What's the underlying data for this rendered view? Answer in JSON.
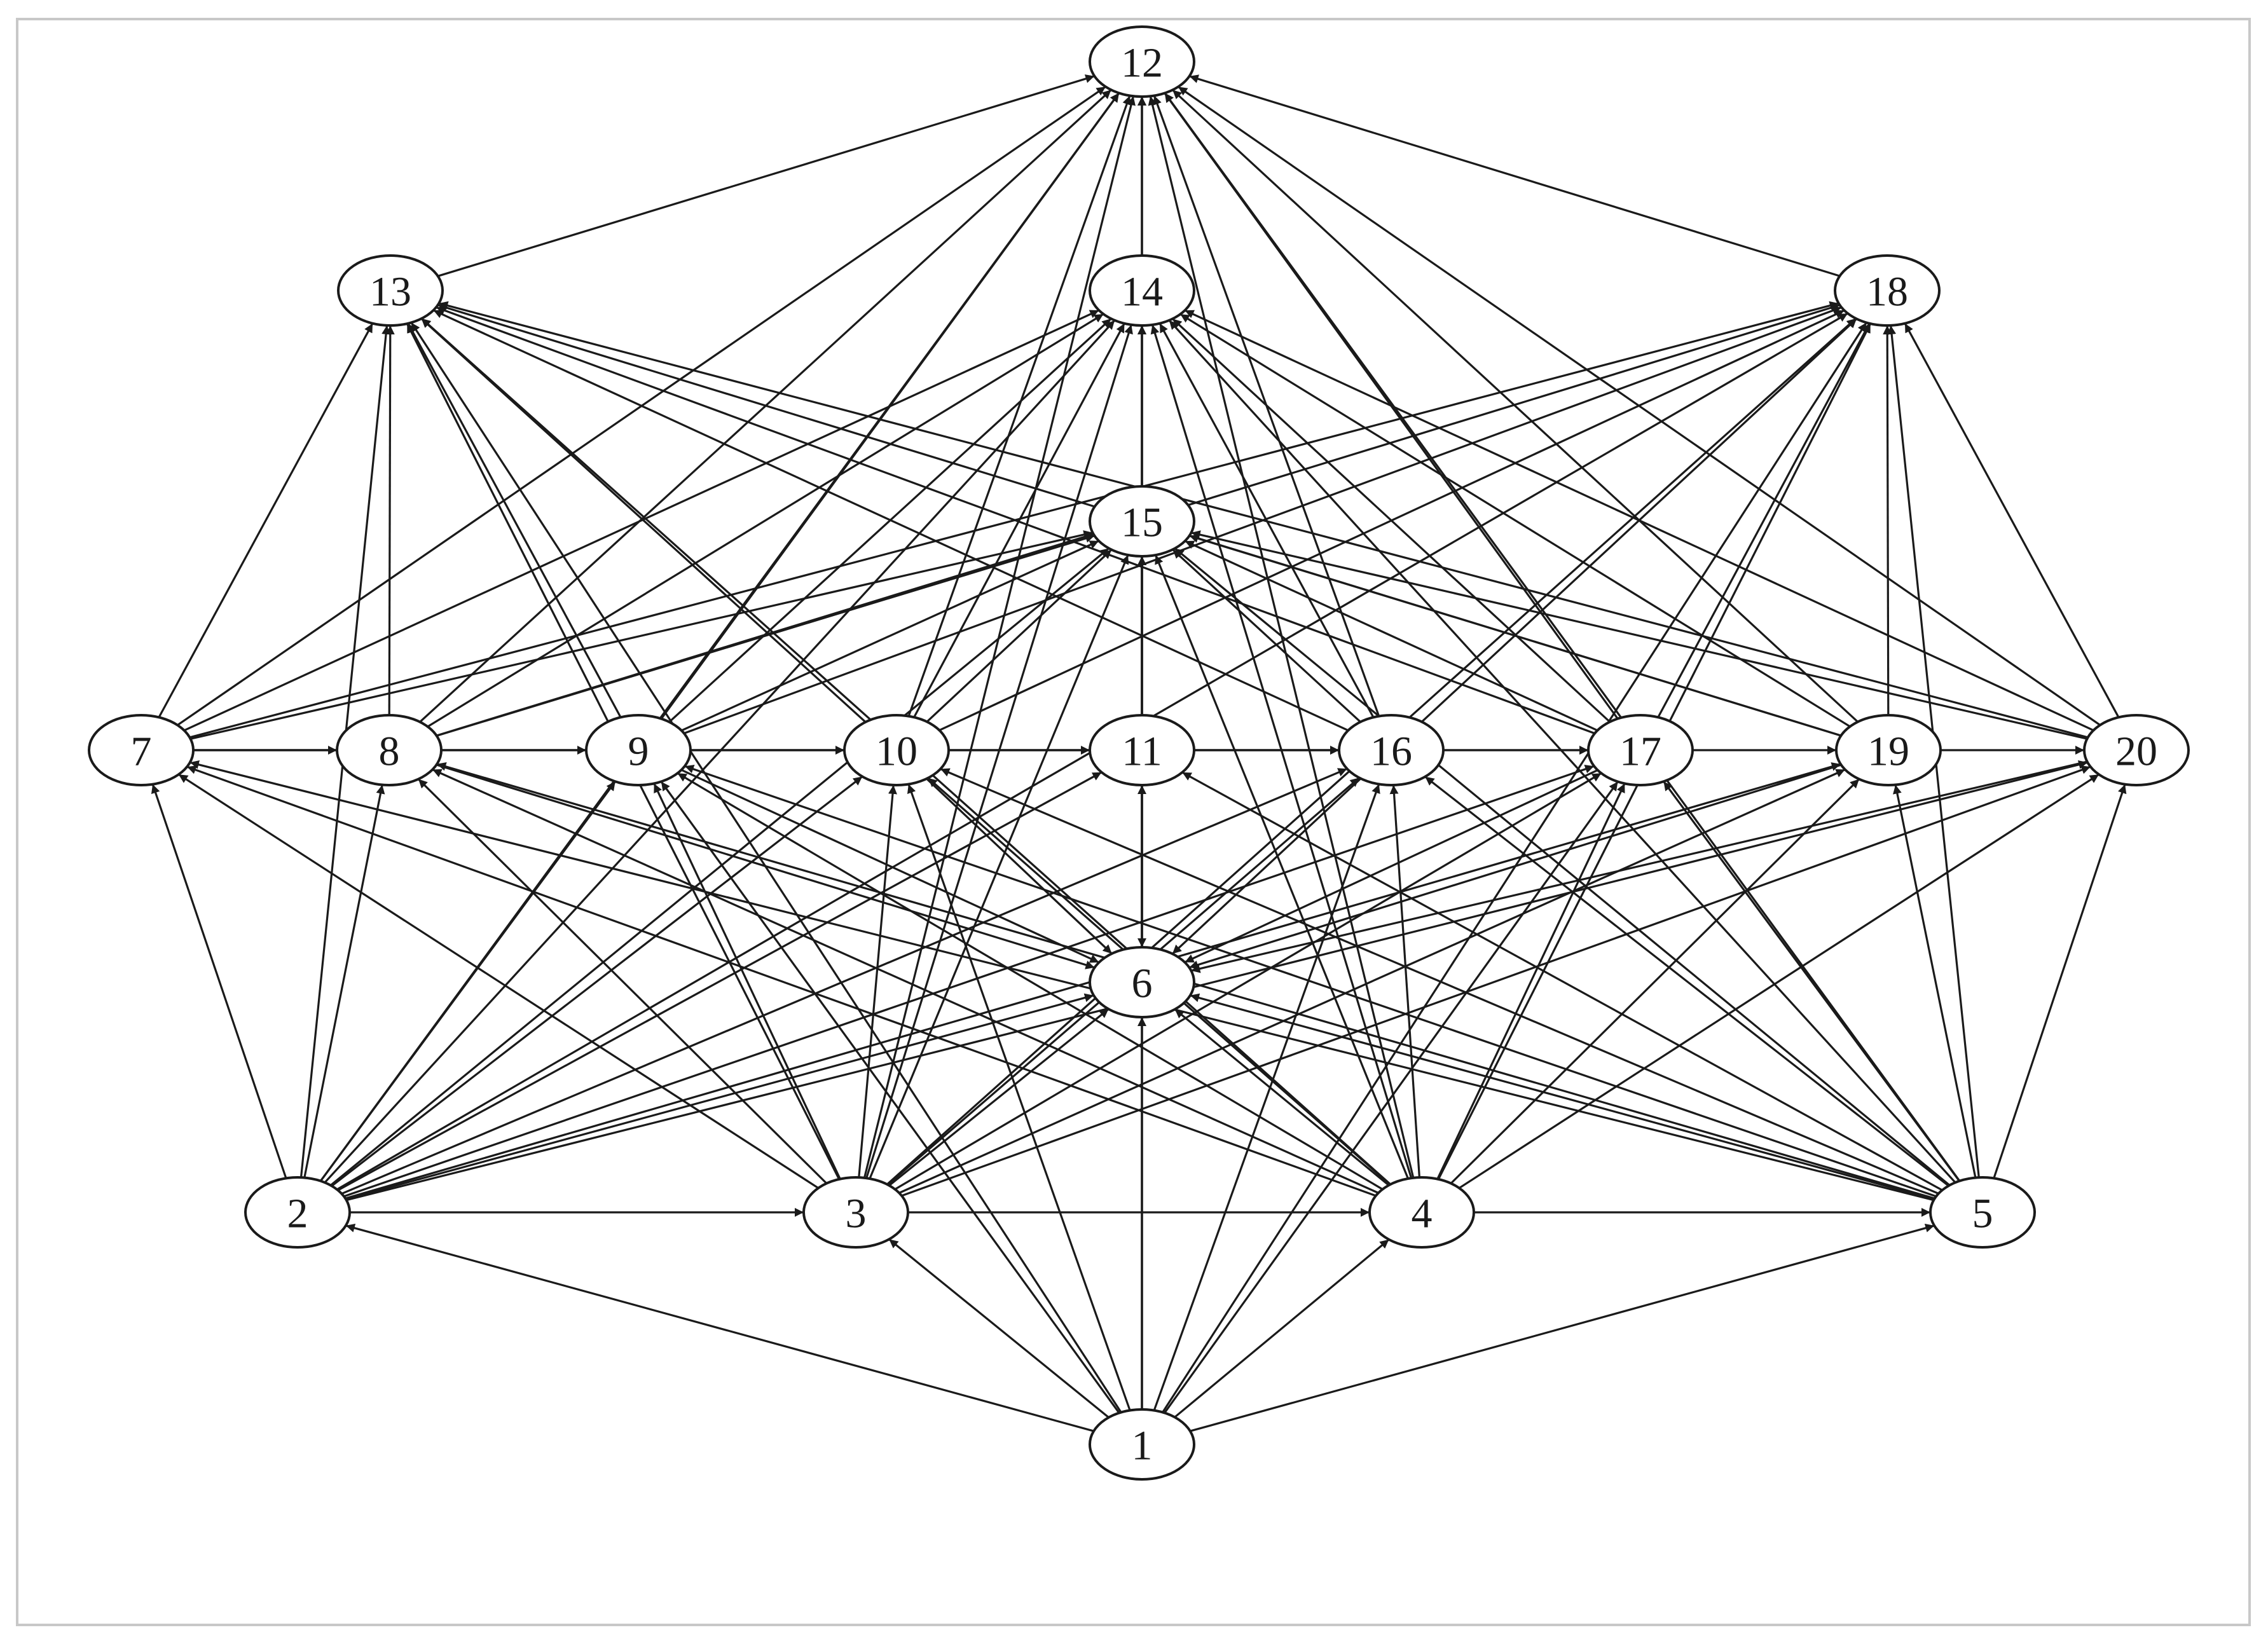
{
  "diagram": {
    "directed": true,
    "colors": {
      "line": "#1a1a1a",
      "node_fill": "#ffffff",
      "frame": "#c8c8c8"
    },
    "nodes": [
      {
        "id": "1",
        "label": "1"
      },
      {
        "id": "2",
        "label": "2"
      },
      {
        "id": "3",
        "label": "3"
      },
      {
        "id": "4",
        "label": "4"
      },
      {
        "id": "5",
        "label": "5"
      },
      {
        "id": "6",
        "label": "6"
      },
      {
        "id": "7",
        "label": "7"
      },
      {
        "id": "8",
        "label": "8"
      },
      {
        "id": "9",
        "label": "9"
      },
      {
        "id": "10",
        "label": "10"
      },
      {
        "id": "11",
        "label": "11"
      },
      {
        "id": "12",
        "label": "12"
      },
      {
        "id": "13",
        "label": "13"
      },
      {
        "id": "14",
        "label": "14"
      },
      {
        "id": "15",
        "label": "15"
      },
      {
        "id": "16",
        "label": "16"
      },
      {
        "id": "17",
        "label": "17"
      },
      {
        "id": "18",
        "label": "18"
      },
      {
        "id": "19",
        "label": "19"
      },
      {
        "id": "20",
        "label": "20"
      }
    ],
    "edges": [
      [
        "1",
        "2"
      ],
      [
        "1",
        "3"
      ],
      [
        "1",
        "4"
      ],
      [
        "1",
        "5"
      ],
      [
        "1",
        "12"
      ],
      [
        "1",
        "13"
      ],
      [
        "1",
        "18"
      ],
      [
        "1",
        "6"
      ],
      [
        "1",
        "9"
      ],
      [
        "1",
        "10"
      ],
      [
        "1",
        "16"
      ],
      [
        "1",
        "17"
      ],
      [
        "1",
        "14"
      ],
      [
        "1",
        "15"
      ],
      [
        "2",
        "3"
      ],
      [
        "2",
        "7"
      ],
      [
        "2",
        "8"
      ],
      [
        "2",
        "13"
      ],
      [
        "2",
        "12"
      ],
      [
        "2",
        "9"
      ],
      [
        "2",
        "10"
      ],
      [
        "2",
        "11"
      ],
      [
        "2",
        "6"
      ],
      [
        "2",
        "14"
      ],
      [
        "2",
        "15"
      ],
      [
        "2",
        "16"
      ],
      [
        "2",
        "17"
      ],
      [
        "2",
        "18"
      ],
      [
        "2",
        "19"
      ],
      [
        "2",
        "20"
      ],
      [
        "3",
        "4"
      ],
      [
        "3",
        "7"
      ],
      [
        "3",
        "8"
      ],
      [
        "3",
        "9"
      ],
      [
        "3",
        "10"
      ],
      [
        "3",
        "6"
      ],
      [
        "3",
        "12"
      ],
      [
        "3",
        "13"
      ],
      [
        "3",
        "14"
      ],
      [
        "3",
        "15"
      ],
      [
        "3",
        "16"
      ],
      [
        "3",
        "17"
      ],
      [
        "3",
        "18"
      ],
      [
        "3",
        "19"
      ],
      [
        "3",
        "20"
      ],
      [
        "4",
        "5"
      ],
      [
        "4",
        "7"
      ],
      [
        "4",
        "8"
      ],
      [
        "4",
        "9"
      ],
      [
        "4",
        "10"
      ],
      [
        "4",
        "6"
      ],
      [
        "4",
        "12"
      ],
      [
        "4",
        "13"
      ],
      [
        "4",
        "14"
      ],
      [
        "4",
        "15"
      ],
      [
        "4",
        "16"
      ],
      [
        "4",
        "17"
      ],
      [
        "4",
        "18"
      ],
      [
        "4",
        "19"
      ],
      [
        "4",
        "20"
      ],
      [
        "5",
        "18"
      ],
      [
        "5",
        "19"
      ],
      [
        "5",
        "20"
      ],
      [
        "5",
        "12"
      ],
      [
        "5",
        "7"
      ],
      [
        "5",
        "8"
      ],
      [
        "5",
        "9"
      ],
      [
        "5",
        "10"
      ],
      [
        "5",
        "6"
      ],
      [
        "5",
        "11"
      ],
      [
        "5",
        "14"
      ],
      [
        "5",
        "15"
      ],
      [
        "5",
        "16"
      ],
      [
        "5",
        "17"
      ],
      [
        "7",
        "8"
      ],
      [
        "8",
        "9"
      ],
      [
        "9",
        "10"
      ],
      [
        "10",
        "11"
      ],
      [
        "11",
        "16"
      ],
      [
        "16",
        "17"
      ],
      [
        "17",
        "19"
      ],
      [
        "19",
        "20"
      ],
      [
        "7",
        "12"
      ],
      [
        "7",
        "13"
      ],
      [
        "7",
        "14"
      ],
      [
        "7",
        "15"
      ],
      [
        "7",
        "18"
      ],
      [
        "7",
        "16"
      ],
      [
        "7",
        "17"
      ],
      [
        "8",
        "12"
      ],
      [
        "8",
        "13"
      ],
      [
        "8",
        "14"
      ],
      [
        "8",
        "15"
      ],
      [
        "8",
        "18"
      ],
      [
        "8",
        "6"
      ],
      [
        "9",
        "12"
      ],
      [
        "9",
        "13"
      ],
      [
        "9",
        "14"
      ],
      [
        "9",
        "15"
      ],
      [
        "9",
        "18"
      ],
      [
        "9",
        "6"
      ],
      [
        "10",
        "12"
      ],
      [
        "10",
        "13"
      ],
      [
        "10",
        "14"
      ],
      [
        "10",
        "15"
      ],
      [
        "10",
        "18"
      ],
      [
        "10",
        "6"
      ],
      [
        "11",
        "12"
      ],
      [
        "11",
        "14"
      ],
      [
        "11",
        "15"
      ],
      [
        "11",
        "6"
      ],
      [
        "16",
        "12"
      ],
      [
        "16",
        "13"
      ],
      [
        "16",
        "14"
      ],
      [
        "16",
        "15"
      ],
      [
        "16",
        "18"
      ],
      [
        "16",
        "6"
      ],
      [
        "17",
        "12"
      ],
      [
        "17",
        "13"
      ],
      [
        "17",
        "14"
      ],
      [
        "17",
        "15"
      ],
      [
        "17",
        "18"
      ],
      [
        "17",
        "6"
      ],
      [
        "19",
        "12"
      ],
      [
        "19",
        "13"
      ],
      [
        "19",
        "14"
      ],
      [
        "19",
        "15"
      ],
      [
        "19",
        "18"
      ],
      [
        "19",
        "6"
      ],
      [
        "20",
        "12"
      ],
      [
        "20",
        "13"
      ],
      [
        "20",
        "14"
      ],
      [
        "20",
        "15"
      ],
      [
        "20",
        "18"
      ],
      [
        "20",
        "6"
      ],
      [
        "13",
        "12"
      ],
      [
        "18",
        "12"
      ],
      [
        "14",
        "12"
      ],
      [
        "15",
        "14"
      ],
      [
        "6",
        "15"
      ],
      [
        "6",
        "11"
      ],
      [
        "6",
        "12"
      ]
    ]
  }
}
